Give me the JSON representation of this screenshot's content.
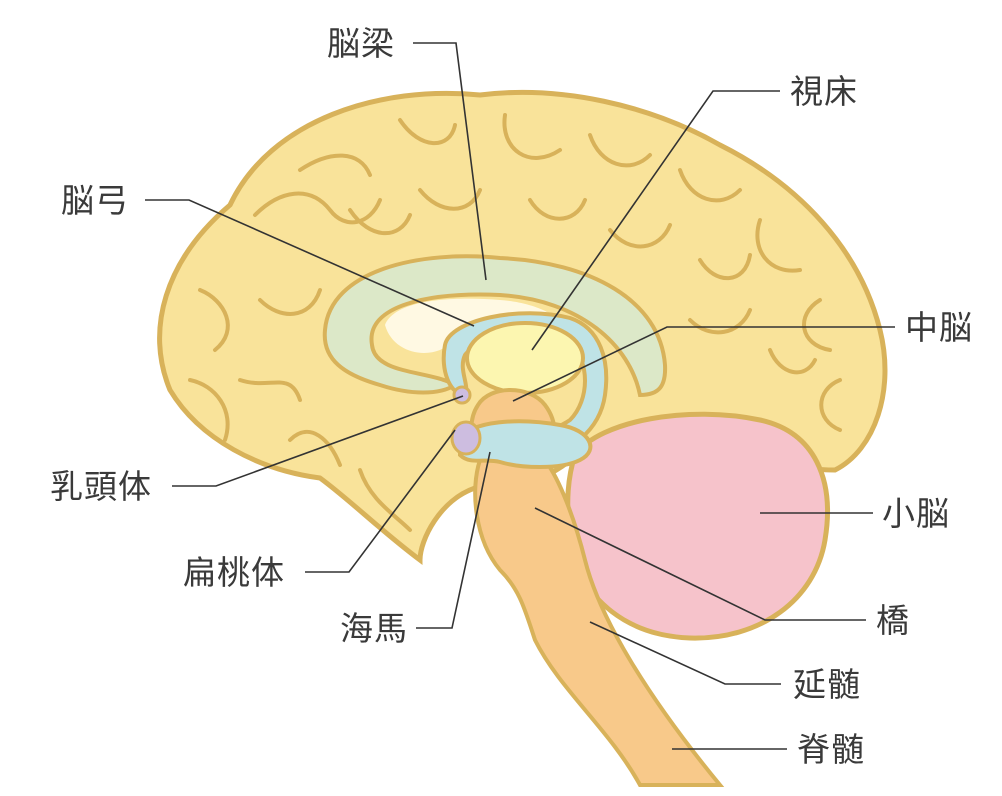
{
  "labels": {
    "corpus_callosum": "脳梁",
    "thalamus": "視床",
    "fornix": "脳弓",
    "midbrain": "中脳",
    "mammillary_body": "乳頭体",
    "cerebellum": "小脳",
    "amygdala": "扁桃体",
    "hippocampus": "海馬",
    "pons": "橋",
    "medulla": "延髄",
    "spinal_cord": "脊髄"
  },
  "colors": {
    "cerebrum": "#f9e39a",
    "outline": "#d8b25a",
    "corpus_callosum": "#dce8c8",
    "thalamus": "#fcf6b0",
    "hippocampus": "#bfe3e6",
    "brainstem": "#f8c98a",
    "cerebellum": "#f6c3cb",
    "amygdala": "#cdbde0",
    "leader_line": "#333333"
  }
}
